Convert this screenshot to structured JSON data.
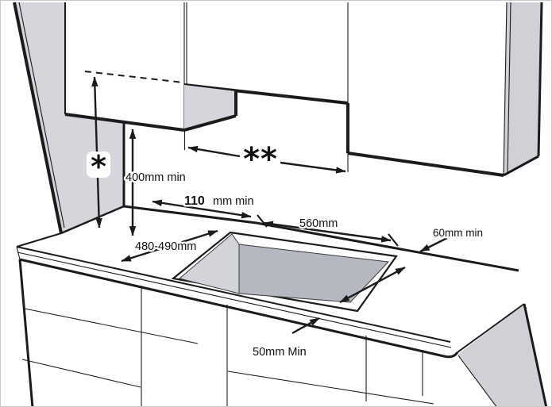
{
  "figure": {
    "kind": "hob-installation-clearance-diagram",
    "labels": {
      "star": "*",
      "double_star": "**",
      "height_min": "400mm min",
      "side_min_value": "110",
      "side_min_unit": "mm min",
      "cutout_width": "560mm",
      "cutout_depth": "480-490mm",
      "rear_min": "60mm min",
      "front_min": "50mm Min"
    },
    "colors": {
      "line": "#1b1b1b",
      "wall_gray": "#d4d6db",
      "panel_gray": "#cfd1d7",
      "inner_wall_gray": "#d2d4da",
      "floor_gray": "#b5b8c0",
      "background": "#ffffff"
    }
  }
}
